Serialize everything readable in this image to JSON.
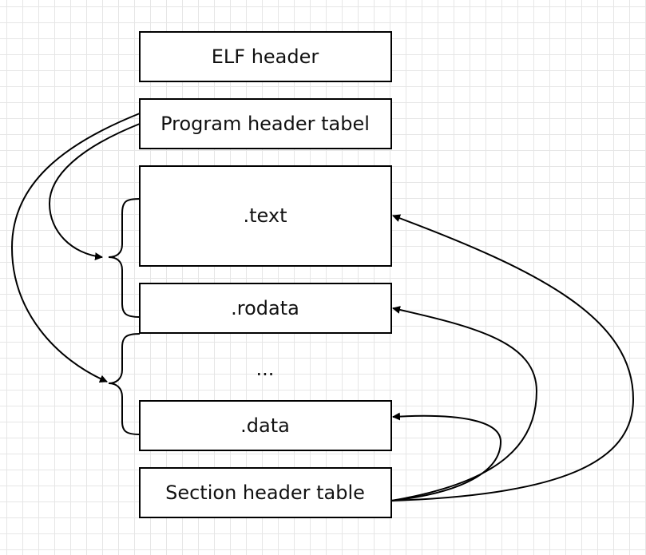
{
  "diagram": {
    "boxes": {
      "elf_header": "ELF header",
      "program_header_table": "Program header tabel",
      "text": ".text",
      "rodata": ".rodata",
      "data": ".data",
      "section_header_table": "Section header table"
    },
    "gap_label": "..."
  }
}
